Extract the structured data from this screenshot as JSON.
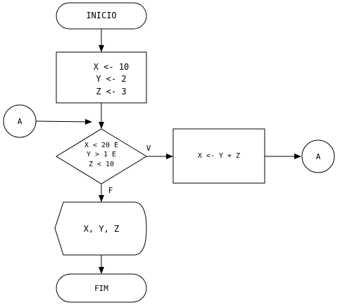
{
  "start": {
    "label": "INICIO"
  },
  "process_init": {
    "lines": [
      "X <- 10",
      "Y <- 2",
      "Z <- 3"
    ]
  },
  "connector_in": {
    "label": "A"
  },
  "decision": {
    "lines": [
      "X < 20 E",
      "Y > 1 E",
      "Z < 10"
    ]
  },
  "labels": {
    "true": "V",
    "false": "F"
  },
  "process_update": {
    "label": "X <- Y + Z"
  },
  "connector_out": {
    "label": "A"
  },
  "display": {
    "label": "X, Y, Z"
  },
  "end": {
    "label": "FIM"
  },
  "colors": {
    "stroke": "#000000",
    "fill": "#ffffff"
  }
}
